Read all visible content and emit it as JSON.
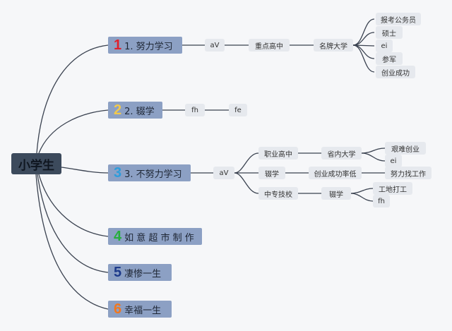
{
  "root": {
    "label": "小学生"
  },
  "branches": [
    {
      "number": "1",
      "number_color": "#e0202c",
      "label": "1. 努力学习"
    },
    {
      "number": "2",
      "number_color": "#f2c94c",
      "label": "2. 辍学"
    },
    {
      "number": "3",
      "number_color": "#2d9cdb",
      "label": "3. 不努力学习"
    },
    {
      "number": "4",
      "number_color": "#27ae3c",
      "label": "如 意 超 市 制 作"
    },
    {
      "number": "5",
      "number_color": "#1d3a8a",
      "label": "凄惨一生"
    },
    {
      "number": "6",
      "number_color": "#f2771e",
      "label": "幸福一生"
    }
  ],
  "b1": {
    "av": "aV",
    "school": "重点高中",
    "university": "名牌大学",
    "outcomes": [
      "报考公务员",
      "硕士",
      "ei",
      "参军",
      "创业成功"
    ]
  },
  "b2": {
    "fh": "fh",
    "fe": "fe"
  },
  "b3": {
    "av": "aV",
    "paths": [
      {
        "label": "职业高中",
        "next": "省内大学",
        "outcomes": [
          "艰难创业",
          "ei"
        ]
      },
      {
        "label": "辍学",
        "next": "创业成功率低",
        "outcomes": [
          "努力找工作"
        ]
      },
      {
        "label": "中专技校",
        "next": "辍学",
        "outcomes": [
          "工地打工",
          "fh"
        ]
      }
    ]
  }
}
